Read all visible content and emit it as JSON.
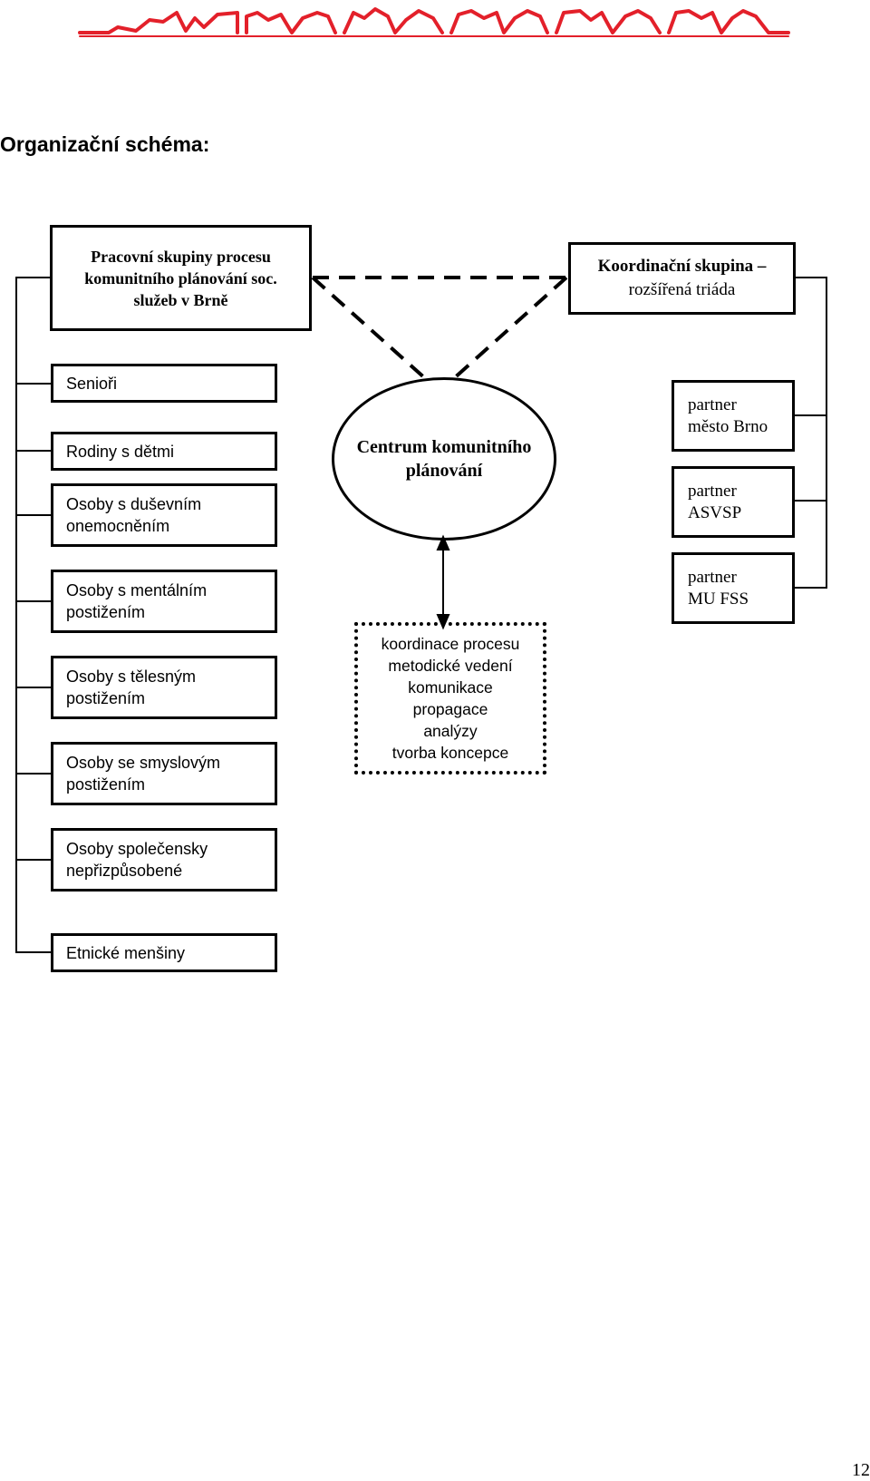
{
  "header": {
    "banner_logo": "row-of-red-houses-logo"
  },
  "title": "Organizační schéma:",
  "working_groups": {
    "lines": [
      "Pracovní skupiny procesu",
      "komunitního plánování soc.",
      "služeb v Brně"
    ]
  },
  "coordination_group": {
    "title": "Koordinační skupina –",
    "subtitle": "rozšířená triáda"
  },
  "target_groups": [
    {
      "lines": [
        "Senioři"
      ]
    },
    {
      "lines": [
        "Rodiny s dětmi"
      ]
    },
    {
      "lines": [
        "Osoby s duševním",
        "onemocněním"
      ]
    },
    {
      "lines": [
        "Osoby s mentálním",
        "postižením"
      ]
    },
    {
      "lines": [
        "Osoby s tělesným",
        "postižením"
      ]
    },
    {
      "lines": [
        "Osoby se smyslovým",
        "postižením"
      ]
    },
    {
      "lines": [
        "Osoby společensky",
        "nepřizpůsobené"
      ]
    },
    {
      "lines": [
        "Etnické menšiny"
      ]
    }
  ],
  "center": {
    "lines": [
      "Centrum komunitního",
      "plánování"
    ]
  },
  "tasks": [
    "koordinace procesu",
    "metodické vedení",
    "komunikace",
    "propagace",
    "analýzy",
    "tvorba koncepce"
  ],
  "partners": [
    {
      "lines": [
        "partner",
        "město Brno"
      ]
    },
    {
      "lines": [
        "partner",
        "ASVSP"
      ]
    },
    {
      "lines": [
        "partner",
        "MU FSS"
      ]
    }
  ],
  "page_number": "12",
  "colors": {
    "banner": "#e3202a",
    "lines": "#000000"
  }
}
